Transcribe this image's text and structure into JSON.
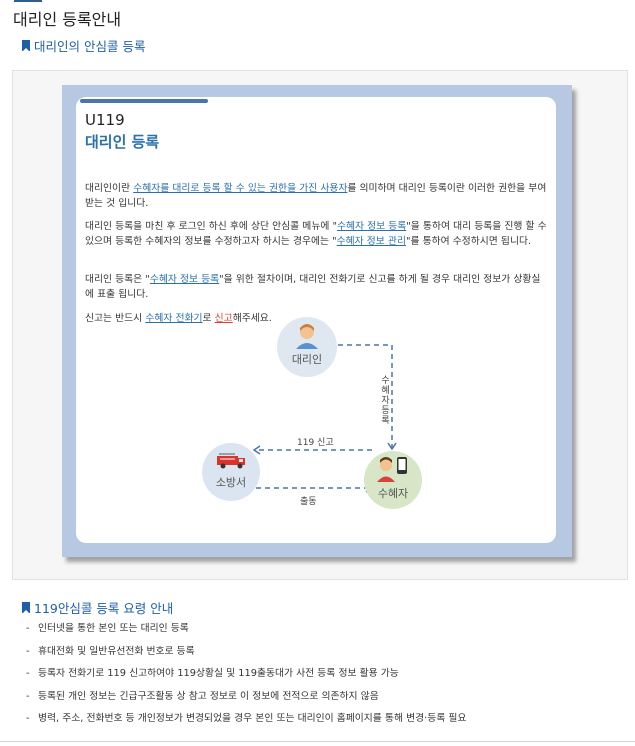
{
  "page": {
    "title": "대리인 등록안내"
  },
  "section1": {
    "heading": "대리인의 안심콜 등록"
  },
  "card": {
    "code": "U119",
    "title": "대리인 등록",
    "p1": {
      "t1": "대리인이란 ",
      "link1": "수혜자를 대리로 등록 할 수 있는 권한을 가진 사용자",
      "t2": "를 의미하며 대리인 등록이란 이러한 권한을 부여 받는 것 입니다."
    },
    "p2": {
      "t1": "대리인 등록을 마친 후 로그인 하신 후에 상단 안심콜 메뉴에 \"",
      "link1": "수혜자 정보 등록",
      "t2": "\"을 통하여 대리 등록을 진행 할 수 있으며 등록한 수혜자의 정보를 수정하고자 하시는 경우에는 \"",
      "link2": "수혜자 정보 관리",
      "t3": "\"를 통하여 수정하시면 됩니다."
    },
    "p3": {
      "t1": "대리인 등록은 \"",
      "link1": "수혜자 정보 등록",
      "t2": "\"을 위한 절차이며, 대리인 전화기로 신고를 하게 될 경우 대리인 정보가 상황실에 표출 됩니다."
    },
    "p4": {
      "t1": "신고는 반드시 ",
      "link1": "수혜자 전화기",
      "t2": "로 ",
      "link2": "신고",
      "t3": "해주세요."
    }
  },
  "diagram": {
    "agent": "대리인",
    "beneficiary": "수혜자",
    "fire_station": "소방서",
    "edge_register": "수혜자등록",
    "edge_report": "119 신고",
    "edge_dispatch": "출동",
    "icons": [
      "person-icon",
      "person-phone-icon",
      "fire-truck-icon"
    ]
  },
  "section2": {
    "heading": "119안심콜 등록 요령 안내",
    "items": [
      "인터넷을 통한 본인 또는 대리인 등록",
      "휴대전화 및 일반유선전화 번호로 등록",
      "등록자 전화기로 119 신고하여야 119상황실 및 119출동대가 사전 등록 정보 활용 가능",
      "등록된 개인 정보는 긴급구조활동 상 참고 정보로 이 정보에 전적으로 의존하지 않음",
      "병력, 주소, 전화번호 등 개인정보가 변경되었을 경우 본인 또는 대리인이 홈페이지를 통해 변경·등록 필요"
    ]
  },
  "colors": {
    "accent_blue": "#1f5fa8",
    "frame": "#b6c8e2",
    "link": "#2a6fae",
    "alert_red": "#e03b2b"
  }
}
